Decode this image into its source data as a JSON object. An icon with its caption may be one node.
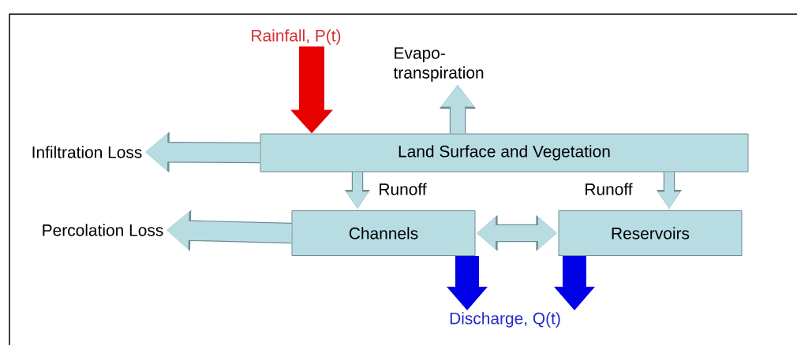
{
  "diagram": {
    "nodes": [
      {
        "text": [
          "Land Surface and Vegetation"
        ]
      },
      {
        "text": [
          "Channels"
        ]
      },
      {
        "text": [
          "Reservoirs"
        ]
      },
      {
        "text": [
          "Rainfall, P(t)"
        ]
      },
      {
        "text": [
          "Evapo- transpiration"
        ]
      },
      {
        "text": [
          "Infiltration Loss"
        ]
      },
      {
        "text": [
          "Percolation Loss"
        ]
      },
      {
        "text": [
          "Discharge, Q(t)"
        ]
      }
    ],
    "edges": [
      {
        "from": 3,
        "to": 0,
        "arrow": "to",
        "color": "#e60000"
      },
      {
        "from": 0,
        "to": 4,
        "arrow": "to"
      },
      {
        "from": 0,
        "to": 5,
        "arrow": "to"
      },
      {
        "from": 0,
        "to": 1,
        "arrow": "to",
        "label": "Runoff"
      },
      {
        "from": 0,
        "to": 2,
        "arrow": "to",
        "label": "Runoff"
      },
      {
        "from": 1,
        "to": 2,
        "arrow": "both"
      },
      {
        "from": 1,
        "to": 6,
        "arrow": "to"
      },
      {
        "from": 1,
        "to": 7,
        "arrow": "to",
        "color": "#0000e6"
      },
      {
        "from": 2,
        "to": 7,
        "arrow": "to",
        "color": "#0000e6"
      }
    ]
  }
}
